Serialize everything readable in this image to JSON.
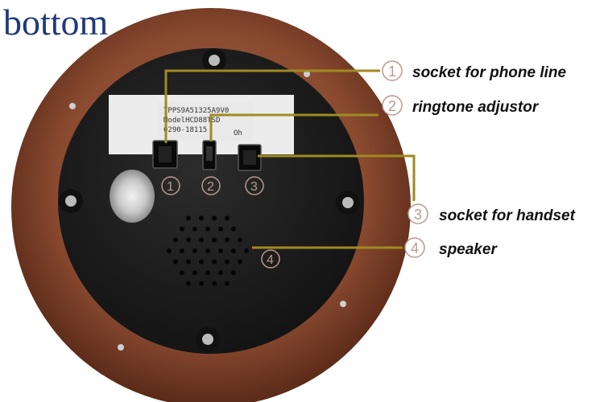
{
  "title": "bottom",
  "callouts": [
    {
      "number": "1",
      "label": "socket for phone line"
    },
    {
      "number": "2",
      "label": "ringtone adjustor"
    },
    {
      "number": "3",
      "label": "socket for handset"
    },
    {
      "number": "4",
      "label": "speaker"
    }
  ],
  "sticker": {
    "line1": "TPPS9A51325A9V0",
    "line2": "ModelHCD88TSD",
    "line3": "0290-18115",
    "brand": "Oh"
  },
  "colors": {
    "title": "#1f3a7a",
    "callout_line": "#a08a22",
    "callout_number": "#b99a8e",
    "wood": "#8a4a30",
    "panel": "#1e1e1e"
  }
}
